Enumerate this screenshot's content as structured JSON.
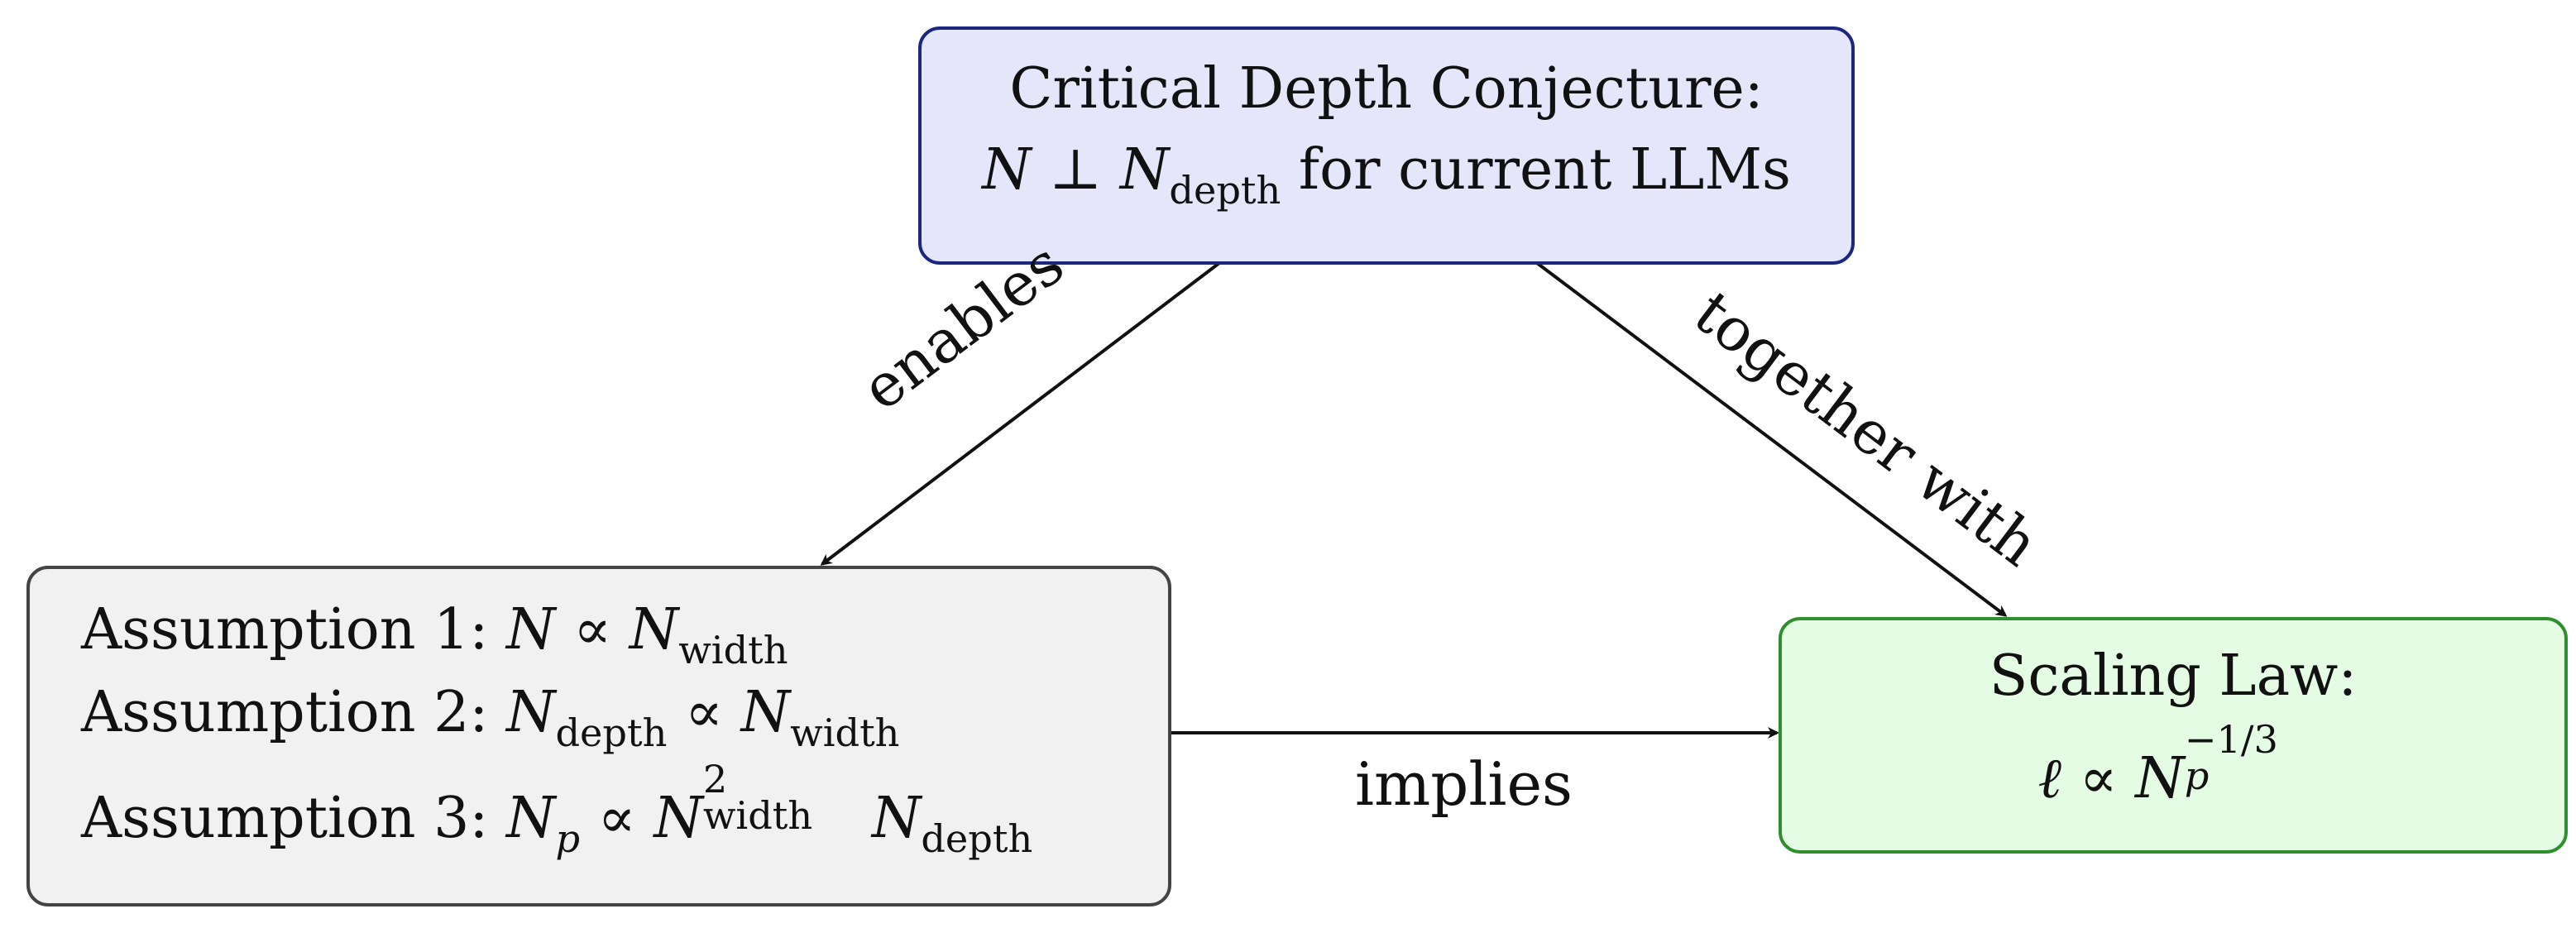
{
  "nodes": {
    "top": {
      "title": "Critical Depth Conjecture:",
      "line2": {
        "var": "N",
        "op": "⊥",
        "var2": "N",
        "sub": "depth",
        "tail": "for current LLMs"
      }
    },
    "left": {
      "a1": {
        "label": "Assumption 1:",
        "lhs": "N",
        "op": "∝",
        "rhs": "N",
        "rhs_sub": "width"
      },
      "a2": {
        "label": "Assumption 2:",
        "lhs": "N",
        "lhs_sub": "depth",
        "op": "∝",
        "rhs": "N",
        "rhs_sub": "width"
      },
      "a3": {
        "label": "Assumption 3:",
        "lhs": "N",
        "lhs_sub": "p",
        "op": "∝",
        "rhs": "N",
        "rhs_sup": "2",
        "rhs_sub": "width",
        "rhs2": "N",
        "rhs2_sub": "depth"
      }
    },
    "right": {
      "title": "Scaling Law:",
      "formula": {
        "lhs": "ℓ",
        "op": "∝",
        "rhs": "N",
        "rhs_sub": "p",
        "rhs_sup": "−1/3"
      }
    }
  },
  "edges": {
    "enables": "enables",
    "together_with": "together with",
    "implies": "implies"
  }
}
